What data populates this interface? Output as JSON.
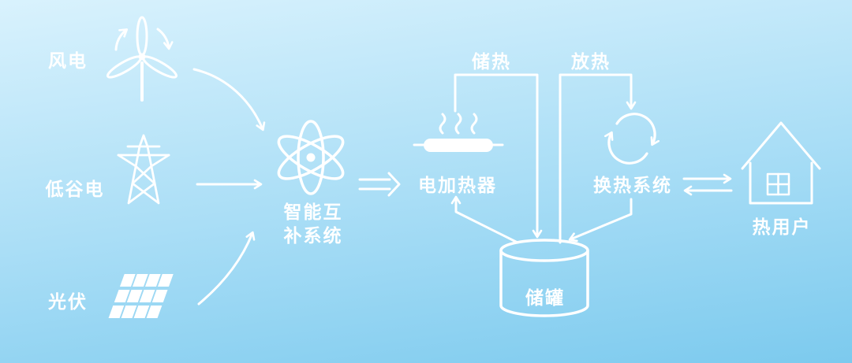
{
  "colors": {
    "background_top": "#d9f2fd",
    "background_middle": "#aadef6",
    "background_bottom": "#7ccaee",
    "foreground": "#ffffff"
  },
  "sources": [
    {
      "id": "wind",
      "label": "风电",
      "icon": "wind-turbine-icon"
    },
    {
      "id": "offpeak",
      "label": "低谷电",
      "icon": "power-tower-icon"
    },
    {
      "id": "pv",
      "label": "光伏",
      "icon": "solar-panel-icon"
    }
  ],
  "system": {
    "label_line1": "智能互",
    "label_line2": "补系统",
    "icon": "atom-icon"
  },
  "heater": {
    "label": "电加热器",
    "icon": "electric-heater-icon"
  },
  "exchanger": {
    "label": "换热系统",
    "icon": "heat-exchange-icon"
  },
  "tank": {
    "label": "储罐",
    "icon": "storage-tank-icon"
  },
  "heat_user": {
    "label": "热用户",
    "icon": "house-icon"
  },
  "flows": {
    "charge_label": "储热",
    "discharge_label": "放热"
  }
}
